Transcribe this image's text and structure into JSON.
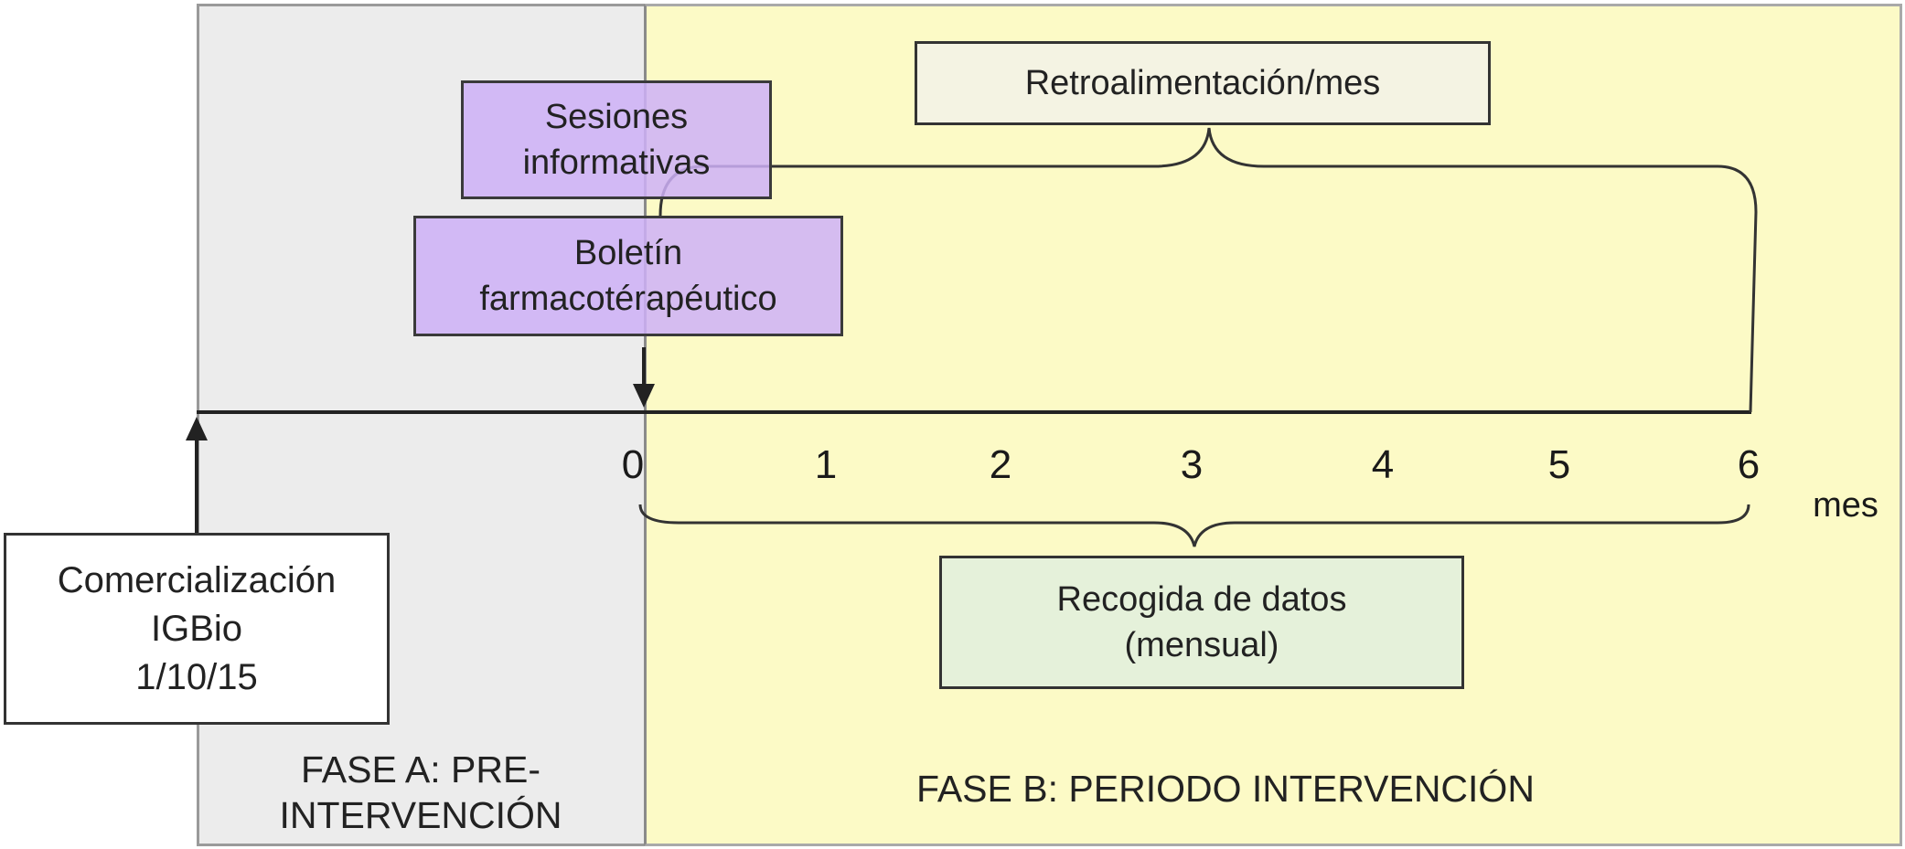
{
  "phases": {
    "a_label": "FASE A: PRE-\nINTERVENCIÓN",
    "b_label": "FASE B: PERIODO INTERVENCIÓN"
  },
  "boxes": {
    "sesiones": [
      "Sesiones",
      "informativas"
    ],
    "boletin": [
      "Boletín",
      "farmacotérapéutico"
    ],
    "retroalimentacion": [
      "Retroalimentación/mes"
    ],
    "recogida": [
      "Recogida de datos",
      "(mensual)"
    ],
    "comercializacion": [
      "Comercialización",
      "IGBio",
      "1/10/15"
    ]
  },
  "timeline": {
    "ticks": [
      "0",
      "1",
      "2",
      "3",
      "4",
      "5",
      "6"
    ],
    "unit": "mes"
  },
  "colors": {
    "phase_a_bg": "#ececec",
    "phase_b_bg": "#fcfac6",
    "session_box": "#ceb0f7",
    "retro_box": "#f4f3e3",
    "recogida_box": "#e5f1da"
  }
}
